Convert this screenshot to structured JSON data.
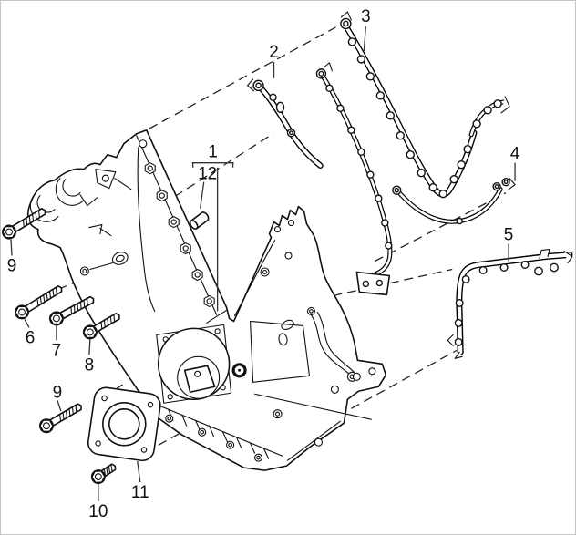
{
  "figure": {
    "colors": {
      "background": "#ffffff",
      "line": "#111111",
      "frame_border": "#c6c6c6"
    },
    "callouts": {
      "c1": "1",
      "c2": "2",
      "c3": "3",
      "c4": "4",
      "c5": "5",
      "c6": "6",
      "c7": "7",
      "c8": "8",
      "c9a": "9",
      "c9b": "9",
      "c10": "10",
      "c11": "11",
      "c12": "12"
    }
  }
}
